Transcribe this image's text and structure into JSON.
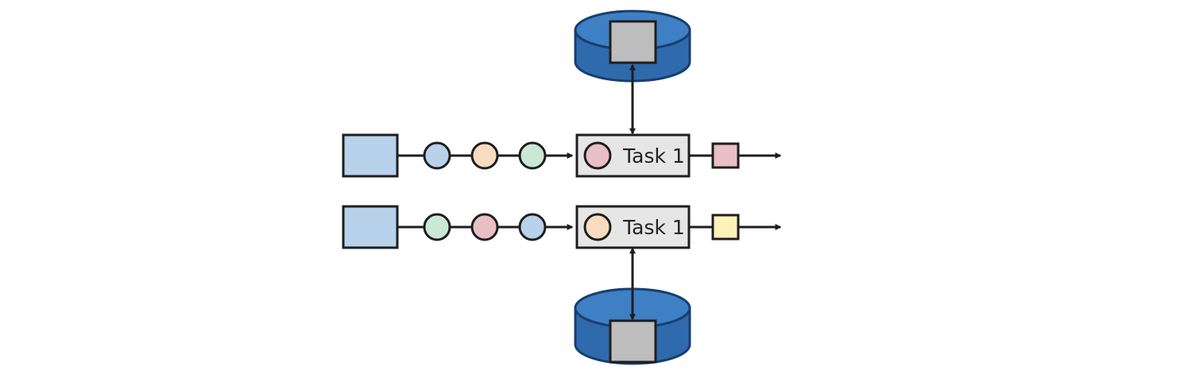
{
  "colors": {
    "background": "#ffffff",
    "db_body": "#2f6aad",
    "db_top": "#3f7fc3",
    "db_rim": "#163f70",
    "state_block": "#bdbdbd",
    "source_box": "#b7d2ea",
    "task_box": "#e6e6e6",
    "outline": "#1e1e1e",
    "blue": "#b7d2ea",
    "peach": "#f7dcbf",
    "green": "#cbe8d6",
    "pink": "#e9bfc6",
    "yellow": "#fdf3b8"
  },
  "rows": [
    {
      "task_label": "Task 1",
      "incoming_events": [
        "blue",
        "peach",
        "green"
      ],
      "current_event": "pink",
      "output_record": "pink",
      "state_store": "top"
    },
    {
      "task_label": "Task 1",
      "incoming_events": [
        "green",
        "pink",
        "blue"
      ],
      "current_event": "peach",
      "output_record": "yellow",
      "state_store": "bottom"
    }
  ]
}
